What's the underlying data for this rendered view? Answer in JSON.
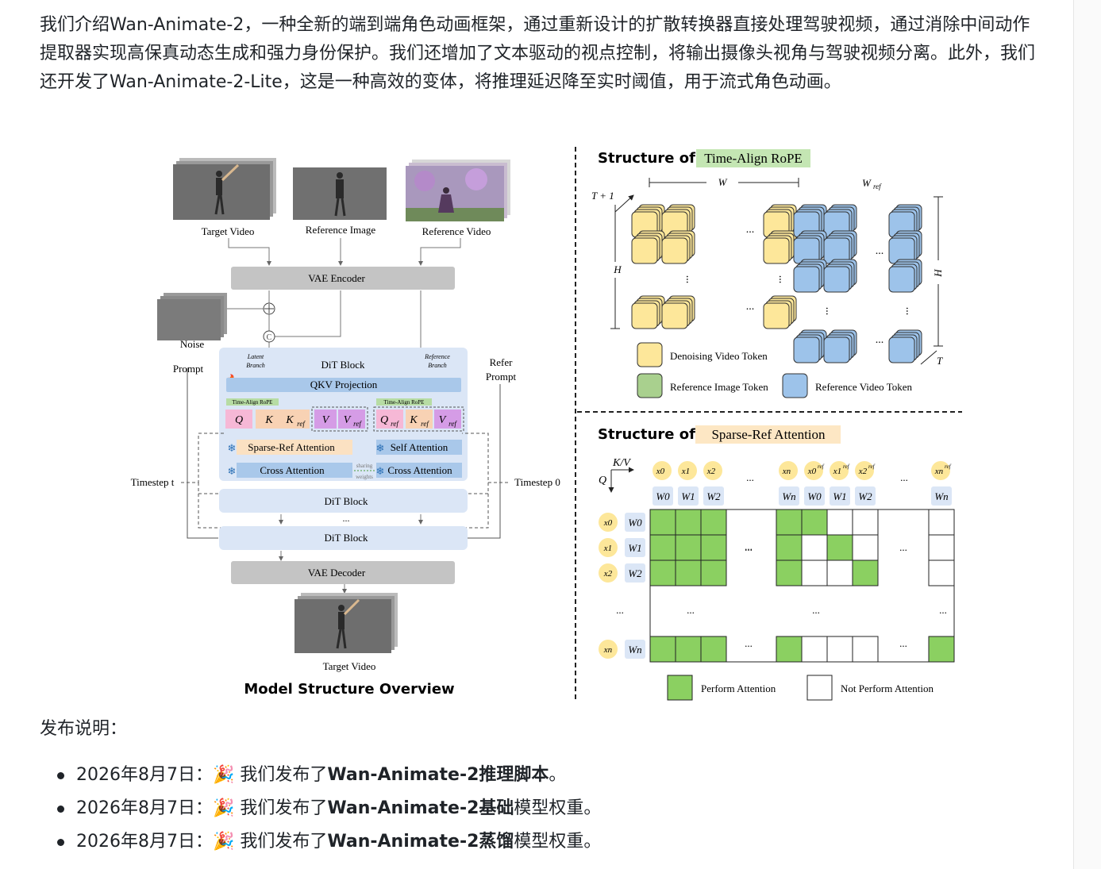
{
  "intro": "我们介绍Wan-Animate-2，一种全新的端到端角色动画框架，通过重新设计的扩散转换器直接处理驾驶视频，通过消除中间动作提取器实现高保真动态生成和强力身份保护。我们还增加了文本驱动的视点控制，将输出摄像头视角与驾驶视频分离。此外，我们还开发了Wan-Animate-2-Lite，这是一种高效的变体，将推理延迟降至实时阈值，用于流式角色动画。",
  "left_diagram": {
    "caption": "Model Structure Overview",
    "inputs": [
      "Target Video",
      "Reference Image",
      "Reference Video"
    ],
    "vae_encoder": "VAE Encoder",
    "noise": "Noise",
    "prompt": "Prompt",
    "refer_prompt": [
      "Refer",
      "Prompt"
    ],
    "latent_branch": [
      "Latent",
      "Branch"
    ],
    "reference_branch": [
      "Reference",
      "Branch"
    ],
    "dit_block": "DiT Block",
    "qkv": "QKV Projection",
    "rope_tag": "Time-Align RoPE",
    "tokens_left": [
      "Q",
      "K",
      "K",
      "V",
      "V"
    ],
    "tokens_right": [
      "Q",
      "K",
      "V"
    ],
    "sub_ref": "ref",
    "sparse_ref": "Sparse-Ref Attention",
    "self_attn": "Self Attention",
    "cross_attn": "Cross Attention",
    "sharing": [
      "sharing",
      "weights"
    ],
    "timestep_t": "Timestep t",
    "timestep_0": "Timestep 0",
    "ellipsis": "...",
    "vae_decoder": "VAE Decoder",
    "output": "Target Video"
  },
  "rope": {
    "title_prefix": "Structure of",
    "title_tag": "Time-Align RoPE",
    "w": "W",
    "w_ref": "W",
    "h": "H",
    "h_ref": "H",
    "t1": "T + 1",
    "t": "T",
    "ref_sub": "ref",
    "legend": [
      "Denoising Video Token",
      "Reference Image Token",
      "Reference Video Token"
    ]
  },
  "sparse": {
    "title_prefix": "Structure of",
    "title_tag": "Sparse-Ref Attention",
    "kv": "K/V",
    "q": "Q",
    "legend": [
      "Perform Attention",
      "Not Perform Attention"
    ]
  },
  "release": {
    "title": "发布说明：",
    "items": [
      {
        "date": "2026年8月7日：",
        "emoji": "🎉",
        "pre": "我们发布了",
        "bold": "Wan-Animate-2推理脚本",
        "post": "。"
      },
      {
        "date": "2026年8月7日：",
        "emoji": "🎉",
        "pre": "我们发布了",
        "bold": "Wan-Animate-2基础",
        "post": "模型权重。"
      },
      {
        "date": "2026年8月7日：",
        "emoji": "🎉",
        "pre": "我们发布了",
        "bold": "Wan-Animate-2蒸馏",
        "post": "模型权重。"
      }
    ]
  },
  "colors": {
    "yellow": "#fde79a",
    "blue": "#9dc3ea",
    "green": "#8bd061",
    "dit_bg": "#dbe6f6",
    "qkv": "#a9c8ea",
    "pink": "#f6b8d6",
    "peach": "#f8d2b4",
    "purple": "#d59ce6"
  }
}
